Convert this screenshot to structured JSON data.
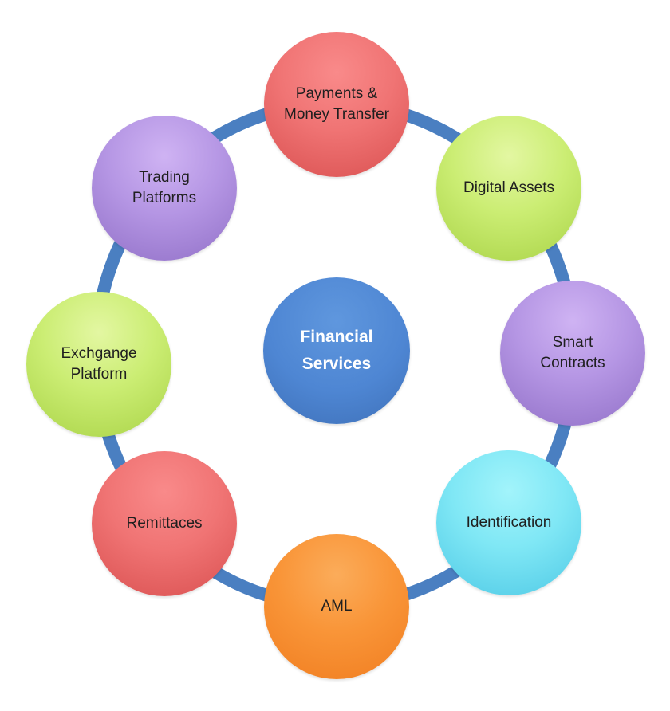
{
  "diagram": {
    "center": {
      "label": "Financial\nServices",
      "color": "#4e86d3"
    },
    "ring_color": "#4a7fc1",
    "nodes": [
      {
        "label": "Payments &\nMoney Transfer",
        "color": "#f07474"
      },
      {
        "label": "Digital Assets",
        "color": "#cbed73"
      },
      {
        "label": "Smart\nContracts",
        "color": "#b596e4"
      },
      {
        "label": "Identification",
        "color": "#7fe7f5"
      },
      {
        "label": "AML",
        "color": "#f99538"
      },
      {
        "label": "Remittaces",
        "color": "#f07474"
      },
      {
        "label": "Exchgange\nPlatform",
        "color": "#cbed73"
      },
      {
        "label": "Trading\nPlatforms",
        "color": "#b596e4"
      }
    ]
  }
}
